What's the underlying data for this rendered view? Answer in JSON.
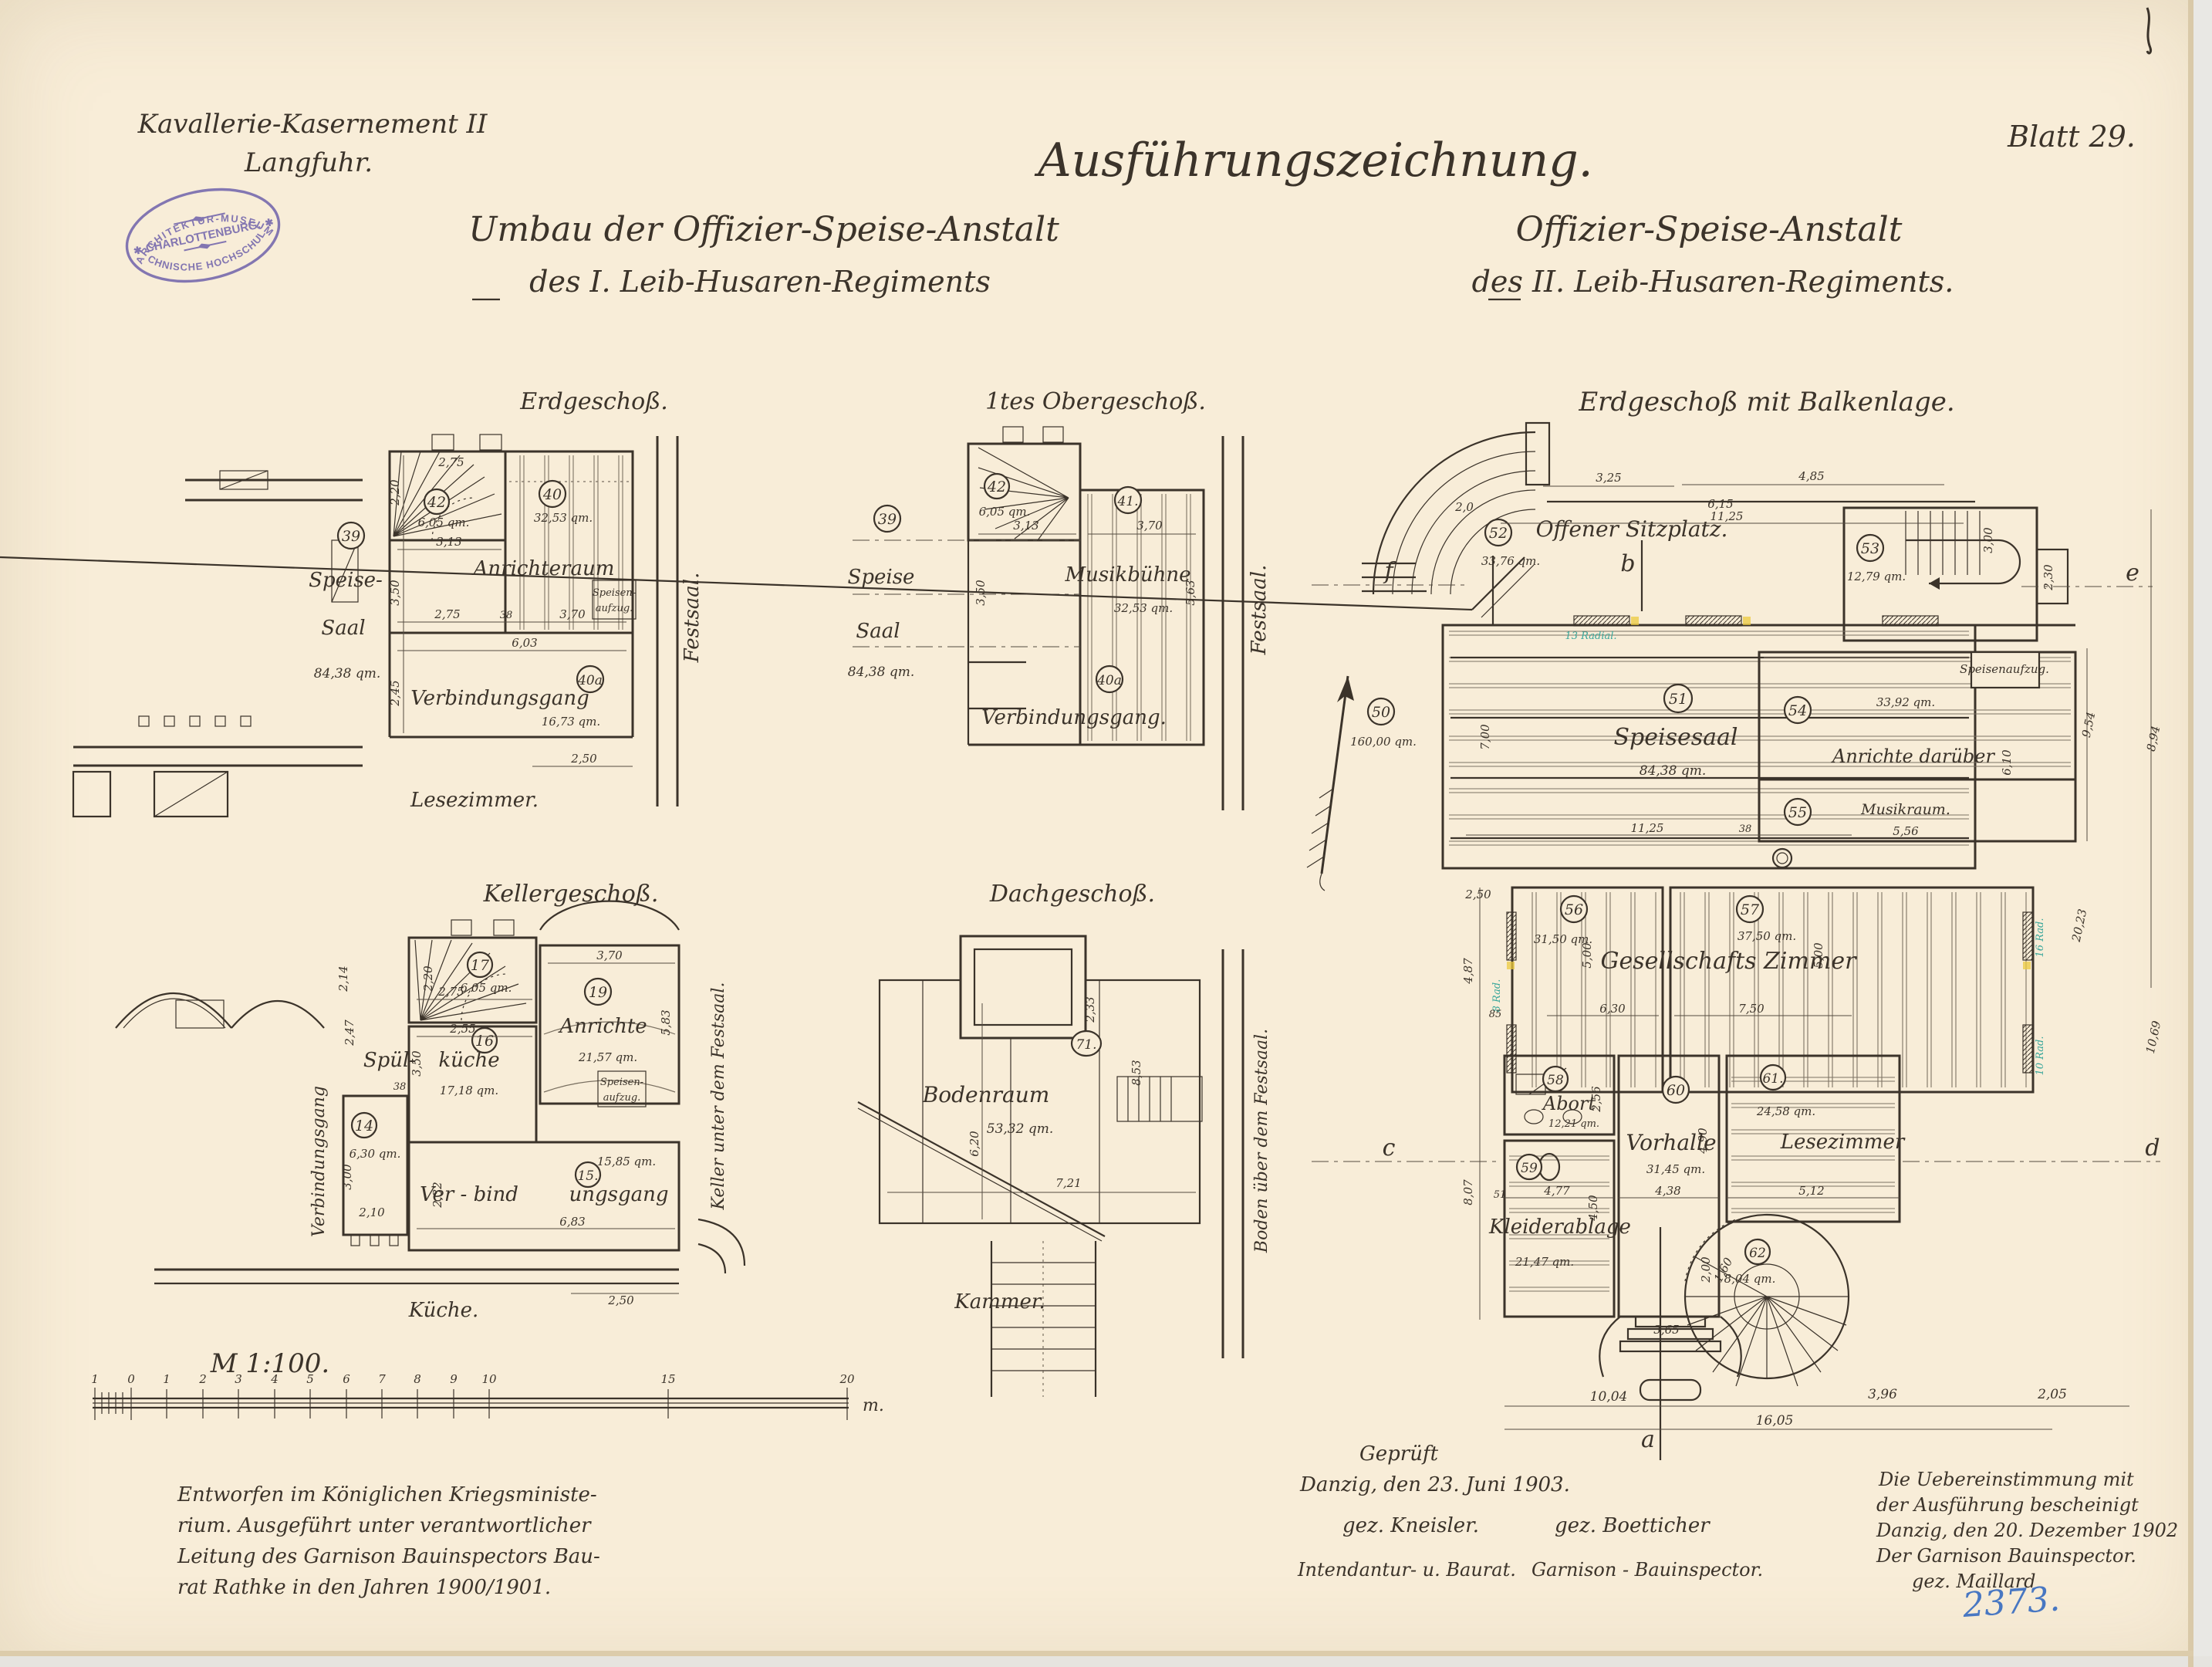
{
  "header": {
    "project_line1": "Kavallerie-Kasernement II",
    "project_line2": "Langfuhr.",
    "drawing_type": "Ausführungszeichnung.",
    "sheet": "Blatt 29.",
    "left_title_line1": "Umbau der Offizier-Speise-Anstalt",
    "left_title_line2": "des I.  Leib-Husaren-Regiments",
    "right_title_line1": "Offizier-Speise-Anstalt",
    "right_title_line2": "des II.  Leib-Husaren-Regiments."
  },
  "stamp": {
    "arc_top": "ARCHITEKTUR-MUSEUM",
    "middle": "CHARLOTTENBURG.",
    "arc_bottom": "TECHNISCHE HOCHSCHULE."
  },
  "plans": {
    "erdgeschoss": {
      "title": "Erdgeschoß.",
      "rooms": [
        {
          "number": "39",
          "line1": "Speise-",
          "line2": "Saal",
          "area": "84,38 qm."
        },
        {
          "number": "42",
          "area": "6,05 qm."
        },
        {
          "number": "40",
          "name": "Anrichteraum",
          "area": "32,53 qm."
        },
        {
          "number": "40a",
          "name": "Verbindungsgang",
          "area": "16,73 qm."
        }
      ],
      "context": {
        "bottom": "Lesezimmer.",
        "right": "Festsaal.",
        "lift1": "Speisen-",
        "lift2": "aufzug."
      },
      "dims": {
        "d1": "2,75",
        "d2": "2,20",
        "d3": "3,13",
        "d4": "3,50",
        "d5": "2,75",
        "d6": "38",
        "d7": "3,70",
        "d8": "6,03",
        "d9": "2,45",
        "d10": "2,50"
      }
    },
    "obergeschoss1": {
      "title": "1tes Obergeschoß.",
      "rooms": [
        {
          "number": "39",
          "line1": "Speise",
          "line2": "Saal",
          "area": "84,38 qm."
        },
        {
          "number": "42",
          "area": "6,05 qm."
        },
        {
          "number": "41.",
          "name": "Musikbühne",
          "area": "32,53 qm."
        },
        {
          "number": "40a",
          "name": "Verbindungsgang."
        }
      ],
      "context": {
        "right": "Festsaal."
      },
      "dims": {
        "d1": "3,13",
        "d2": "3,70",
        "d3": "3,50",
        "d4": "5,63"
      }
    },
    "kellergeschoss": {
      "title": "Kellergeschoß.",
      "rooms": [
        {
          "number": "17",
          "area": "6,05 qm."
        },
        {
          "number": "19",
          "name": "Anrichte",
          "area": "21,57 qm."
        },
        {
          "number": "16",
          "line1": "Spül-",
          "line2": "küche",
          "area": "17,18 qm."
        },
        {
          "number": "14",
          "area": "6,30 qm."
        },
        {
          "number": "15.",
          "line1": "Ver - bind",
          "line2": "ungsgang",
          "area": "15,85 qm."
        }
      ],
      "context": {
        "bottom": "Küche.",
        "left": "Verbindungsgang",
        "right": "Keller unter dem Festsaal.",
        "lift1": "Speisen-",
        "lift2": "aufzug."
      },
      "dims": {
        "d1": "2,20",
        "d2": "2,75",
        "d3": "3,70",
        "d4": "5,83",
        "d5": "2,55",
        "d6": "3,50",
        "d7": "2,10",
        "d8": "3,00",
        "d9": "2,47",
        "d10": "2,14",
        "d11": "38",
        "d12": "2,32",
        "d13": "6,83",
        "d14": "2,50"
      }
    },
    "dachgeschoss": {
      "title": "Dachgeschoß.",
      "rooms": [
        {
          "number": "71.",
          "name": "Bodenraum",
          "area": "53,32 qm."
        }
      ],
      "context": {
        "bottom": "Kammer.",
        "right": "Boden über dem Festsaal."
      },
      "dims": {
        "d1": "2,33",
        "d2": "8,53",
        "d3": "6,20",
        "d4": "7,21"
      }
    },
    "balkenlage": {
      "title": "Erdgeschoß mit Balkenlage.",
      "rooms": [
        {
          "number": "52",
          "name": "Offener Sitzplatz.",
          "area": "33,76 qm."
        },
        {
          "number": "50",
          "area": "160,00 qm."
        },
        {
          "number": "51",
          "name": "Speisesaal",
          "area": "84,38 qm."
        },
        {
          "number": "53",
          "area": "12,79 qm."
        },
        {
          "number": "54",
          "name": "Anrichte darüber",
          "area": "33,92 qm."
        },
        {
          "number": "55",
          "name": "Musikraum."
        },
        {
          "number": "56",
          "area": "31,50 qm."
        },
        {
          "number": "57",
          "area": "37,50 qm."
        },
        {
          "number": "58",
          "name": "Abort",
          "area": "12,21 qm."
        },
        {
          "number": "59",
          "name": "Kleiderablage",
          "area": "21,47 qm."
        },
        {
          "number": "60",
          "name": "Vorhalle",
          "area": "31,45 qm."
        },
        {
          "number": "61.",
          "name": "Lesezimmer",
          "area": "24,58 qm."
        },
        {
          "number": "62",
          "area": "8,04 qm."
        }
      ],
      "shared_label": "Gesellschafts Zimmer",
      "context": {
        "lift": "Speisenaufzug."
      },
      "beam_notes": {
        "n1": "13 Radial.",
        "n2": "8 Rad.",
        "n3": "16 Rad.",
        "n4": "10 Rad."
      },
      "axes": {
        "a": "a",
        "b": "b",
        "c": "c",
        "d": "d",
        "e": "e",
        "f": "f"
      },
      "dims": {
        "t1": "3,25",
        "t2": "4,85",
        "t3": "6,15",
        "t4": "11,25",
        "t5": "2,0",
        "t6": "3,00",
        "t7": "2,30",
        "r1": "9,54",
        "r2": "8,94",
        "r3": "20,23",
        "r4": "10,69",
        "r5": "6,10",
        "m1": "7,00",
        "m2": "11,25",
        "m3": "38",
        "m4": "2,50",
        "m5": "4,87",
        "m6": "85",
        "m7": "6,30",
        "m8": "7,50",
        "m9": "5,00",
        "m10": "5,00",
        "m11": "2,56",
        "m12": "4,77",
        "m13": "4,38",
        "m14": "4,90",
        "m15": "5,12",
        "m16": "2,00",
        "m17": "4,50",
        "m18": "8,07",
        "m19": "51",
        "m20": "3,65",
        "m21": "1,60",
        "m22": "5,56",
        "b1": "10,04",
        "b2": "3,96",
        "b3": "2,05",
        "b4": "16,05"
      }
    }
  },
  "scale_bar": {
    "label": "M 1:100.",
    "unit": "m.",
    "ticks": [
      "1",
      "0",
      "1",
      "2",
      "3",
      "4",
      "5",
      "6",
      "7",
      "8",
      "9",
      "10",
      "15",
      "20"
    ]
  },
  "notes": {
    "designed_line1": "Entworfen im Königlichen Kriegsministe-",
    "designed_line2": "rium.  Ausgeführt unter verantwortlicher",
    "designed_line3": "Leitung des Garnison Bauinspectors Bau-",
    "designed_line4": "rat Rathke in den Jahren 1900/1901.",
    "checked_heading": "Geprüft",
    "checked_date": "Danzig, den 23. Juni 1903.",
    "checked_sig_left": "gez. Kneisler.",
    "checked_sig_right": "gez. Boetticher",
    "checked_role_left": "Intendantur- u. Baurat.",
    "checked_role_right": "Garnison - Bauinspector.",
    "certified_line1": "Die Uebereinstimmung mit",
    "certified_line2": "der Ausführung bescheinigt",
    "certified_line3": "Danzig, den 20. Dezember 1902",
    "certified_line4": "Der Garnison Bauinspector.",
    "certified_line5": "gez. Maillard",
    "inventory_number": "2373."
  }
}
